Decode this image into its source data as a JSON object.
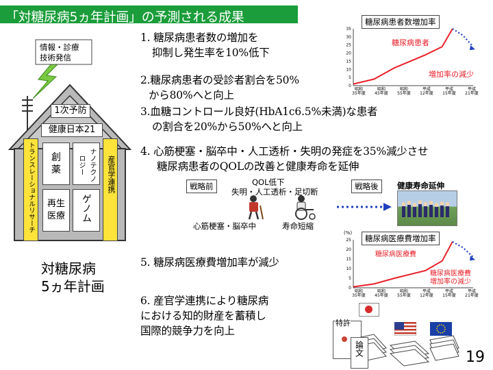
{
  "title": "「対糖尿病5ヵ年計画」の予測される成果",
  "house": {
    "antenna_label_1": "情報・診療",
    "antenna_label_2": "技術発信",
    "roof_label": "1次予防",
    "header_label": "健康日本21",
    "left_pillar": "トランスレーショナルリサーチ",
    "right_pillar": "産官学連携",
    "box_1": "創\n薬",
    "box_2": "ナノテクノロジー",
    "box_3": "再生\n医療",
    "box_4": "ゲノム",
    "caption_1": "対糖尿病",
    "caption_2": "5ヵ年計画"
  },
  "items": [
    {
      "line1": "1. 糖尿病患者数の増加を",
      "line2": "抑制し発生率を10%低下"
    },
    {
      "line1": "2.糖尿病患者の受診者割合を50%",
      "line2": "から80%へと向上"
    },
    {
      "line1": "3.血糖コントロール良好(HbA1c6.5%未満)な患者",
      "line2": "の割合を20%から50%へと向上"
    },
    {
      "line1": "4. 心筋梗塞・脳卒中・人工透析・失明の発症を35%減少させ",
      "line2": "糖尿病患者のQOLの改善と健康寿命を延伸"
    },
    {
      "line1": "5. 糖尿病医療費増加率が減少"
    },
    {
      "line1": "6. 産官学連携により糖尿病",
      "line2": "における知的財産を蓄積し",
      "line3": "国際的競争力を向上"
    }
  ],
  "strategy": {
    "before_label": "戦略前",
    "after_label": "戦略後",
    "qol_label": "QOL低下",
    "complications": "失明・人工透析・足切断",
    "left_caption": "心筋梗塞・脳卒中",
    "right_caption": "寿命短縮",
    "after_caption": "健康寿命延伸"
  },
  "chart_top_labels": {
    "title": "糖尿病患者数増加率",
    "series_label": "糖尿病患者",
    "annotation": "増加率の減少"
  },
  "chart_bottom_labels": {
    "title": "糖尿病医療費増加率",
    "y_unit": "(%)",
    "series_label": "糖尿病医療費",
    "annotation_1": "糖尿病医療費",
    "annotation_2": "増加率の減少"
  },
  "chart_data": [
    {
      "type": "line",
      "title": "糖尿病患者数増加率",
      "ylim": [
        0,
        35
      ],
      "y_ticks": [
        0,
        5,
        10,
        15,
        20,
        25,
        30,
        35
      ],
      "x_tick_labels": [
        "昭和\n35年度",
        "昭和\n45年度",
        "昭和\n55年度",
        "平成\n12年度",
        "平成\n15年度",
        "平成\n21年度"
      ],
      "series": [
        {
          "name": "糖尿病患者",
          "x": [
            0,
            10,
            20,
            35,
            43,
            48
          ],
          "y": [
            1,
            4,
            11,
            19,
            24,
            35
          ],
          "style": "solid",
          "color": "#e8202a"
        },
        {
          "x": [
            48,
            53,
            58
          ],
          "y": [
            35,
            31,
            24
          ],
          "style": "dotted-projection",
          "color": "#2040c0"
        }
      ],
      "annotations": [
        "増加率の減少"
      ]
    },
    {
      "type": "line",
      "title": "糖尿病医療費増加率",
      "ylim": [
        0,
        25
      ],
      "y_ticks": [
        0,
        5,
        10,
        15,
        20,
        25
      ],
      "y_unit": "(%)",
      "x_tick_labels": [
        "昭和\n35年度",
        "昭和\n45年度",
        "昭和\n55年度",
        "平成\n12年度",
        "平成\n15年度",
        "平成\n21年度"
      ],
      "series": [
        {
          "name": "糖尿病医療費",
          "x": [
            0,
            10,
            20,
            35,
            43,
            48
          ],
          "y": [
            0.5,
            2,
            5,
            9,
            14,
            24
          ],
          "style": "solid",
          "color": "#e8202a"
        },
        {
          "x": [
            48,
            53,
            58
          ],
          "y": [
            24,
            21,
            16
          ],
          "style": "dotted-projection",
          "color": "#2040c0"
        }
      ],
      "annotations": [
        "糖尿病医療費",
        "増加率の減少"
      ]
    }
  ],
  "patent_labels": {
    "patent": "特許",
    "paper": "論文"
  },
  "page_number": "19",
  "colors": {
    "title_bg": "#1a9d3a",
    "chart_line": "#e8202a",
    "projection": "#2040c0",
    "pillar": "#fde33a"
  }
}
